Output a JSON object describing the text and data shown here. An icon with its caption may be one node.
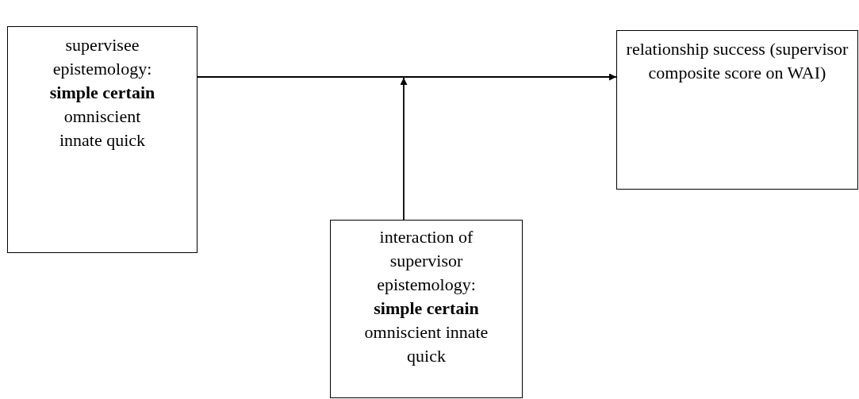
{
  "diagram": {
    "nodes": [
      {
        "text": [
          "supervisee epistemology: **simple certain** omniscient innate quick"
        ]
      },
      {
        "text": [
          "relationship success (supervisor composite score on WAI)"
        ]
      },
      {
        "text": [
          "interaction of supervisor epistemology: **simple certain** omniscient innate quick"
        ]
      }
    ],
    "edges": [
      {
        "from": 0,
        "to": 1,
        "arrow": "to"
      },
      {
        "from": 2,
        "to": null,
        "arrow": "to"
      }
    ]
  }
}
